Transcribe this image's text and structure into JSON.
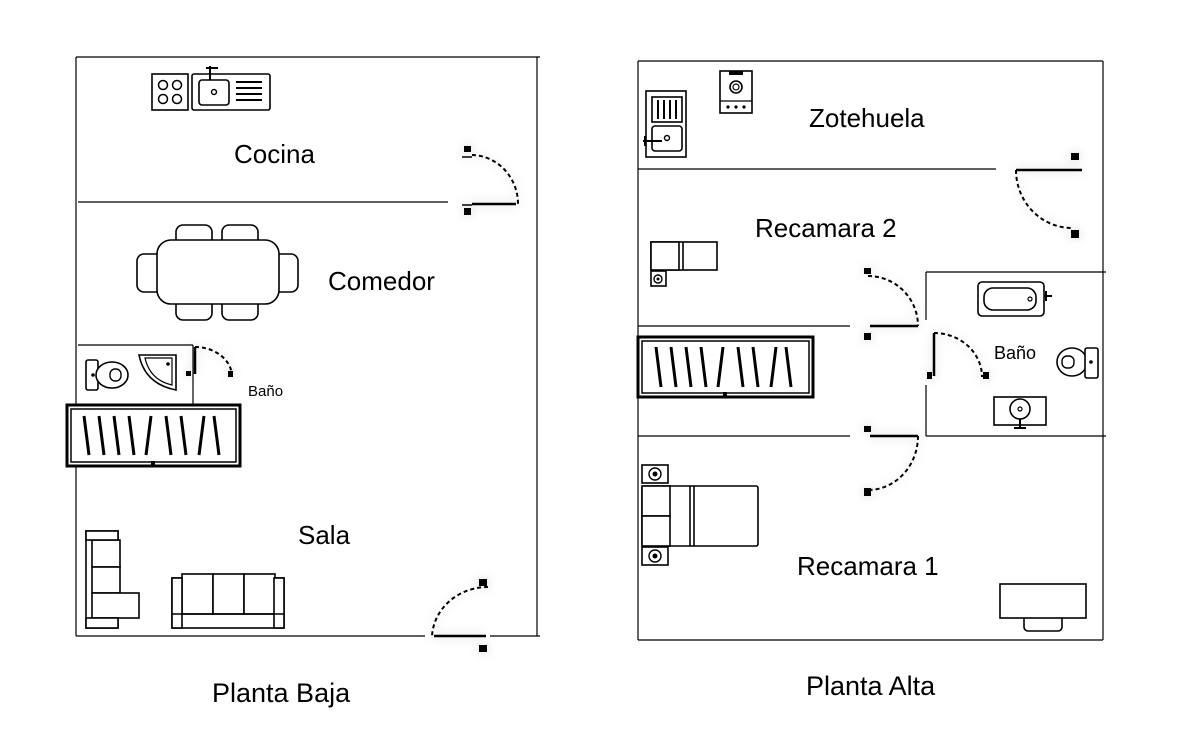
{
  "ground_floor": {
    "title": "Planta Baja",
    "rooms": {
      "kitchen": "Cocina",
      "dining": "Comedor",
      "bathroom": "Baño",
      "living": "Sala"
    }
  },
  "upper_floor": {
    "title": "Planta Alta",
    "rooms": {
      "service_yard": "Zotehuela",
      "bedroom_2": "Recamara 2",
      "bathroom": "Baño",
      "bedroom_1": "Recamara 1"
    }
  }
}
